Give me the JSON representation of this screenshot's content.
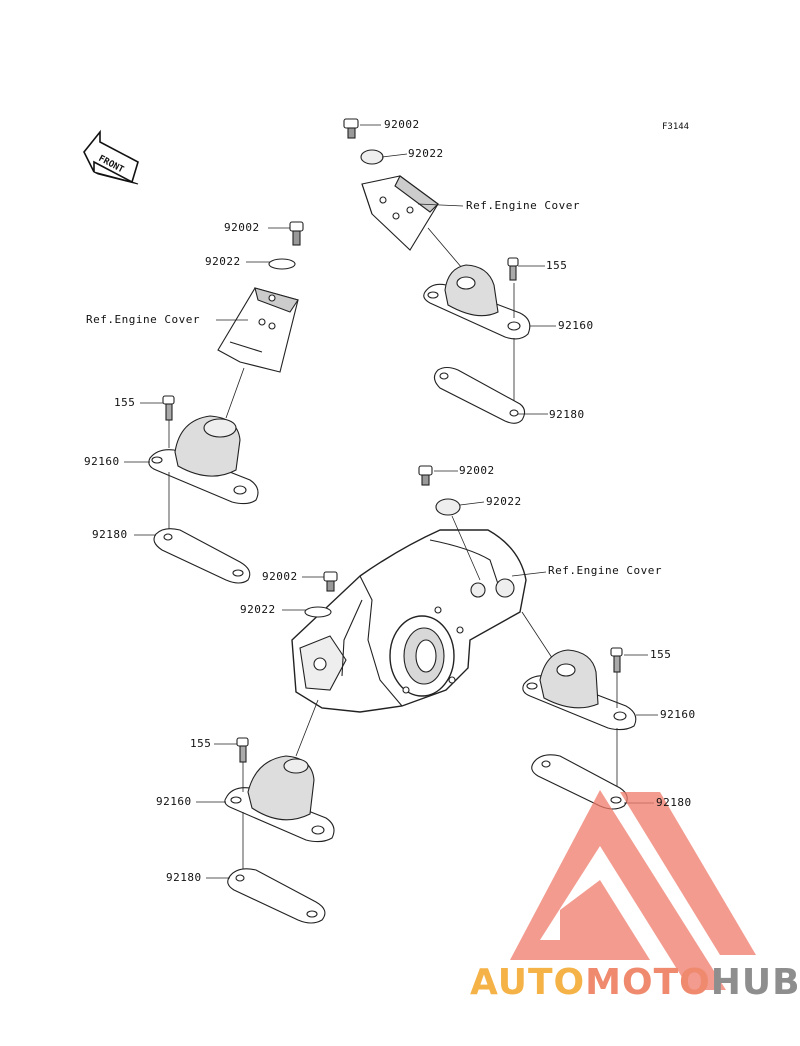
{
  "figure_code": "F3144",
  "front_label": "FRONT",
  "ref": "Ref.Engine Cover",
  "parts": {
    "bolt": "92002",
    "washer": "92022",
    "small_bolt": "155",
    "mount": "92160",
    "plate": "92180"
  },
  "watermark": {
    "part1": "AUTO",
    "part2": "MOTO",
    "part3": "HUB",
    "colors": {
      "auto": "#f4b247",
      "moto": "#ef8a6f",
      "hub": "#8e8e8e",
      "triangle": "#f07a6a"
    }
  }
}
